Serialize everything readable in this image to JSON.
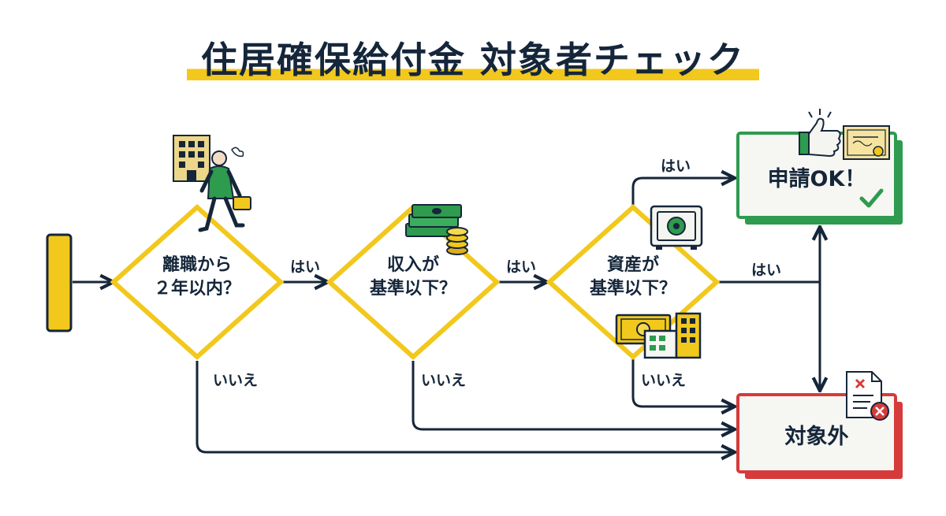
{
  "title": "住居確保給付金 対象者チェック",
  "questions": [
    {
      "line1": "離職から",
      "line2": "２年以内？"
    },
    {
      "line1": "収入が",
      "line2": "基準以下？"
    },
    {
      "line1": "資産が",
      "line2": "基準以下？"
    }
  ],
  "edges": {
    "yes": "はい",
    "no": "いいえ"
  },
  "outcomes": {
    "ok": "申請OK！",
    "ng": "対象外"
  },
  "colors": {
    "navy": "#15263a",
    "yellow": "#f2c81c",
    "green": "#2e9b4e",
    "red": "#d63b3b"
  },
  "icons": [
    "office-building-icon",
    "walking-businessman-icon",
    "cash-stack-icon",
    "coins-icon",
    "safe-icon",
    "banknote-icon",
    "building-icon",
    "thumbs-up-icon",
    "certificate-icon",
    "check-icon",
    "rejected-document-icon"
  ]
}
